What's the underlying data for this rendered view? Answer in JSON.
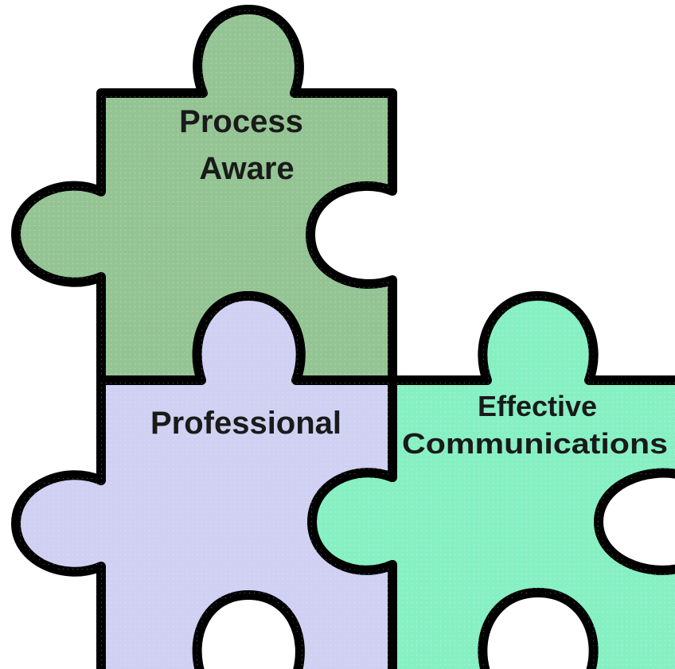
{
  "pieces": [
    {
      "label_lines": [
        "Process",
        "Aware"
      ],
      "color": "#94c494"
    },
    {
      "label_lines": [
        "Professional"
      ],
      "color": "#cfd0f2"
    },
    {
      "label_lines": [
        "Effective",
        "Communications"
      ],
      "color": "#86f0c3"
    }
  ]
}
